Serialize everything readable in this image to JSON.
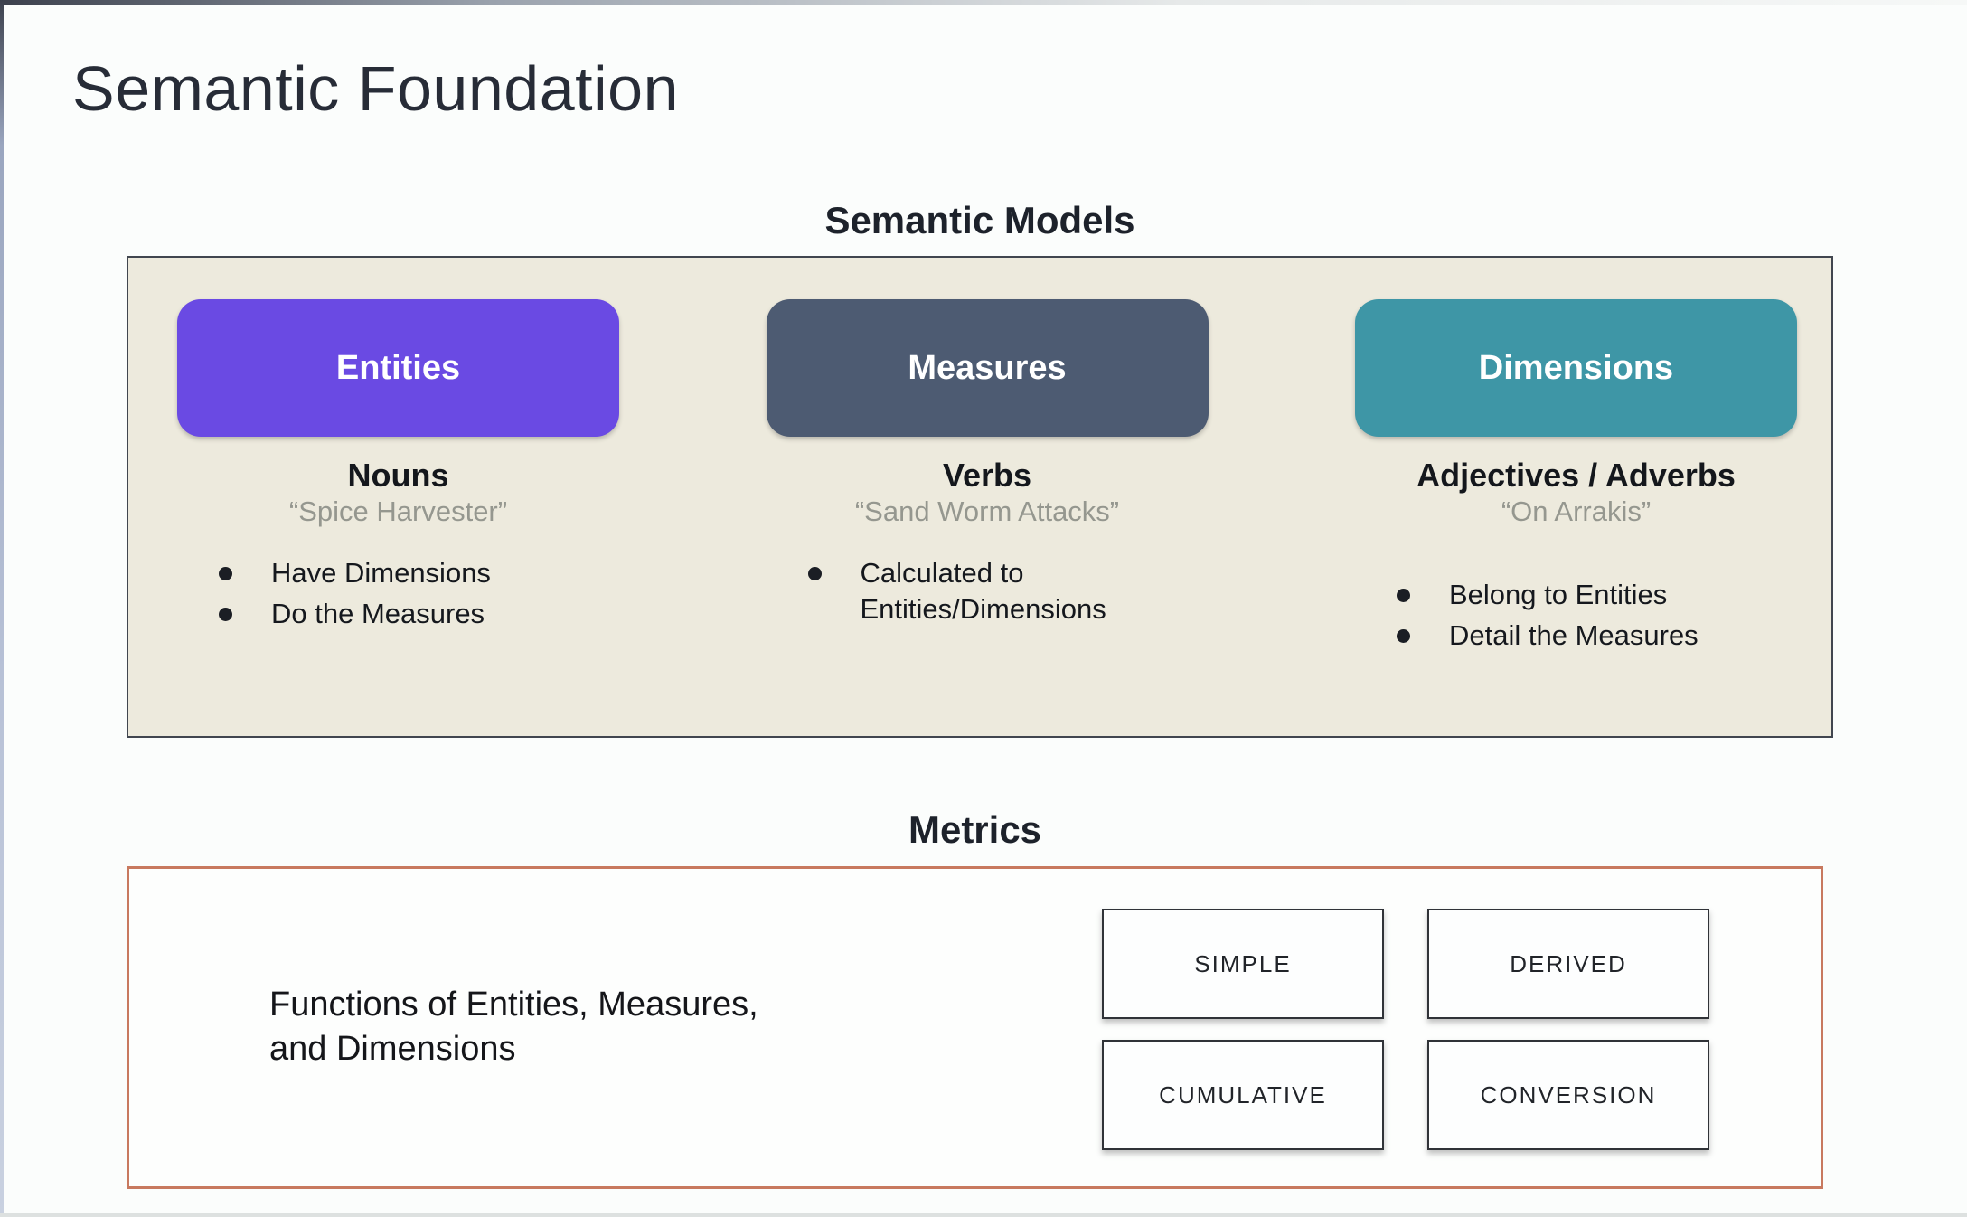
{
  "slide": {
    "title": "Semantic Foundation"
  },
  "semantic_models": {
    "heading": "Semantic Models",
    "panel_background": "#edeadd",
    "panel_border_color": "#41464f",
    "columns": [
      {
        "box_label": "Entities",
        "box_color": "#6a4ae3",
        "heading": "Nouns",
        "quote": "“Spice Harvester”",
        "bullets": [
          "Have Dimensions",
          "Do the Measures"
        ]
      },
      {
        "box_label": "Measures",
        "box_color": "#4d5b72",
        "heading": "Verbs",
        "quote": "“Sand Worm Attacks”",
        "bullets": [
          "Calculated to Entities/Dimensions"
        ]
      },
      {
        "box_label": "Dimensions",
        "box_color": "#3e96a6",
        "heading": "Adjectives / Adverbs",
        "quote": "“On Arrakis”",
        "bullets": [
          "Belong to Entities",
          "Detail the Measures"
        ]
      }
    ]
  },
  "metrics": {
    "heading": "Metrics",
    "panel_border_color": "#c8795f",
    "description_lines": [
      "Functions of Entities, Measures,",
      "and Dimensions"
    ],
    "types": [
      "SIMPLE",
      "DERIVED",
      "CUMULATIVE",
      "CONVERSION"
    ]
  }
}
